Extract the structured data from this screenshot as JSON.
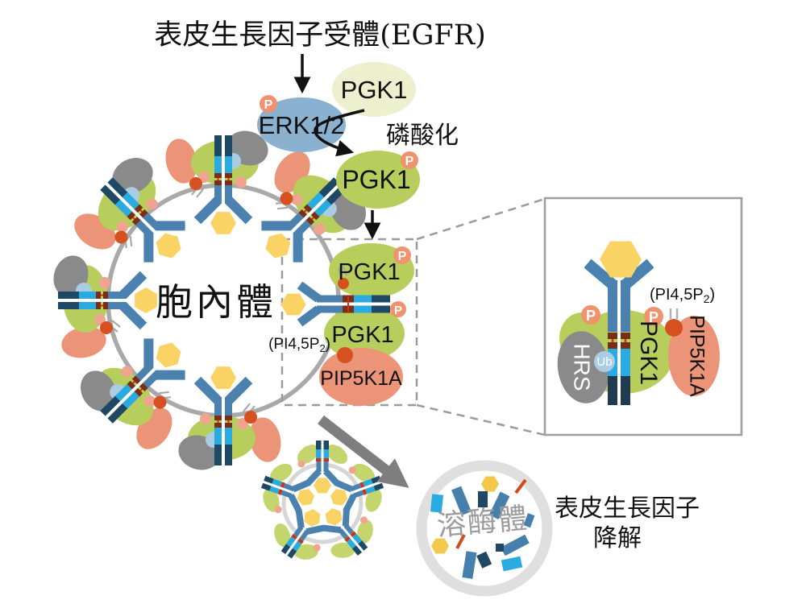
{
  "labels": {
    "title": "表皮生長因子受體(EGFR)",
    "erk": "ERK1/2",
    "pgk1": "PGK1",
    "phosphorylation": "磷酸化",
    "endosome": "胞內體",
    "p_badge": "P",
    "pip5k1a": "PIP5K1A",
    "hrs": "HRS",
    "ub": "Ub",
    "pi45p2_pre": "(PI4,5P",
    "pi45p2_sub": "2",
    "pi45p2_post": ")",
    "lysosome": "溶酶體",
    "degradation_line1": "表皮生長因子",
    "degradation_line2": "降解"
  },
  "colors": {
    "erk_blue": "#8BB1D0",
    "pgk1_inactive": "#ECF0CE",
    "pgk1_active": "#B7CE5C",
    "pip5k1a_salmon": "#EC9478",
    "phosphate_badge": "#F0926E",
    "hrs_gray": "#8A8A8A",
    "ub_blue": "#ABCDE4",
    "egf_yellow": "#F9D465",
    "receptor_blue": "#4A81AE",
    "receptor_navy": "#1E4864",
    "receptor_cyan": "#29ABE2",
    "ubiquitin_brown": "#7B2D16",
    "pi45p2_red": "#D6511F",
    "membrane_gray": "#A9A9A9",
    "arrow_gray": "#7E7E7E",
    "lysosome_ring": "#DFDFDF",
    "lysosome_text": "#9C9C9C",
    "dashed_line": "#9B9B9B"
  }
}
